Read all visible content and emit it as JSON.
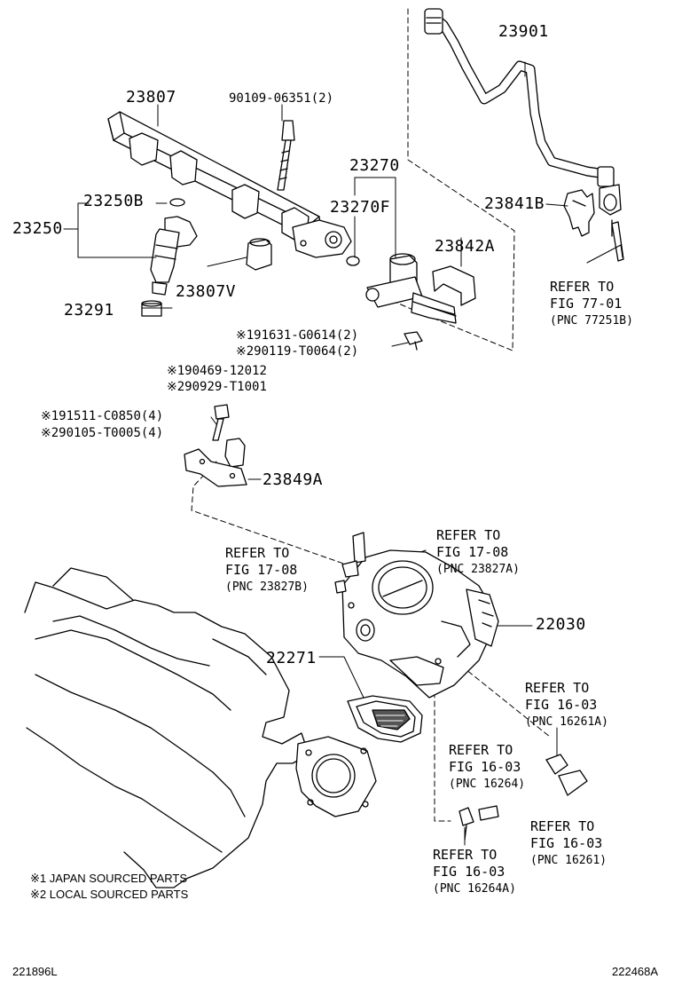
{
  "labels": {
    "hose": "23901",
    "delivery_pipe": "23807",
    "bolt_rail": "90109-06351(2)",
    "injector_assy": "23250",
    "injector_oring": "23250B",
    "insulator": "23807V",
    "injector_seal": "23291",
    "pressure_regulator": "23270",
    "regulator_oring": "23270F",
    "clamp": "23841B",
    "cushion": "23842A",
    "bracket": "23849A",
    "throttle_body": "22030",
    "gasket": "22271"
  },
  "fastener_notes": {
    "reg_bolt_1": "※191631-G0614(2)",
    "reg_bolt_2": "※290119-T0064(2)",
    "clip_1": "※190469-12012",
    "clip_2": "※290929-T1001",
    "bracket_bolt_1": "※191511-C0850(4)",
    "bracket_bolt_2": "※290105-T0005(4)"
  },
  "refs": {
    "fig77": [
      "REFER TO",
      "FIG 77-01",
      "(PNC 77251B)"
    ],
    "fig17_left": [
      "REFER TO",
      "FIG 17-08",
      "(PNC 23827B)"
    ],
    "fig17_right": [
      "REFER TO",
      "FIG 17-08",
      "(PNC 23827A)"
    ],
    "fig16_a": [
      "REFER TO",
      "FIG 16-03",
      "(PNC 16261A)"
    ],
    "fig16_b": [
      "REFER TO",
      "FIG 16-03",
      "(PNC 16264)"
    ],
    "fig16_c": [
      "REFER TO",
      "FIG 16-03",
      "(PNC 16261)"
    ],
    "fig16_d": [
      "REFER TO",
      "FIG 16-03",
      "(PNC 16264A)"
    ]
  },
  "legend": {
    "japan": "※1  JAPAN SOURCED PARTS",
    "local": "※2  LOCAL SOURCED PARTS"
  },
  "footer": {
    "left_code": "221896L",
    "right_code": "222468A"
  }
}
